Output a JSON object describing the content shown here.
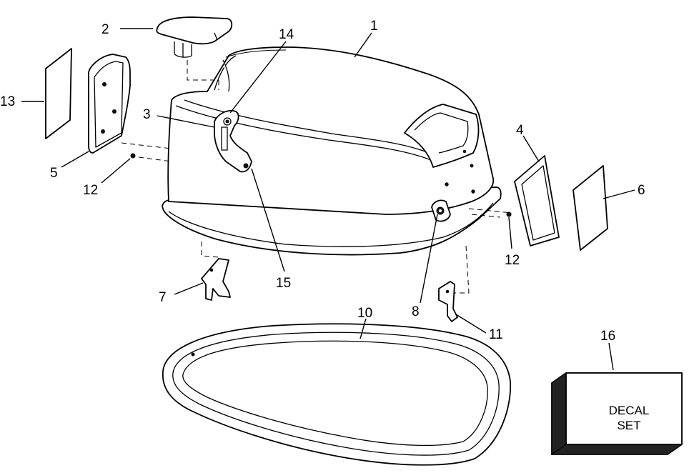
{
  "callouts": [
    "1",
    "2",
    "3",
    "4",
    "5",
    "6",
    "7",
    "8",
    "10",
    "11",
    "12",
    "12",
    "13",
    "14",
    "15",
    "16"
  ],
  "decal_box": {
    "line1": "DECAL",
    "line2": "SET"
  }
}
